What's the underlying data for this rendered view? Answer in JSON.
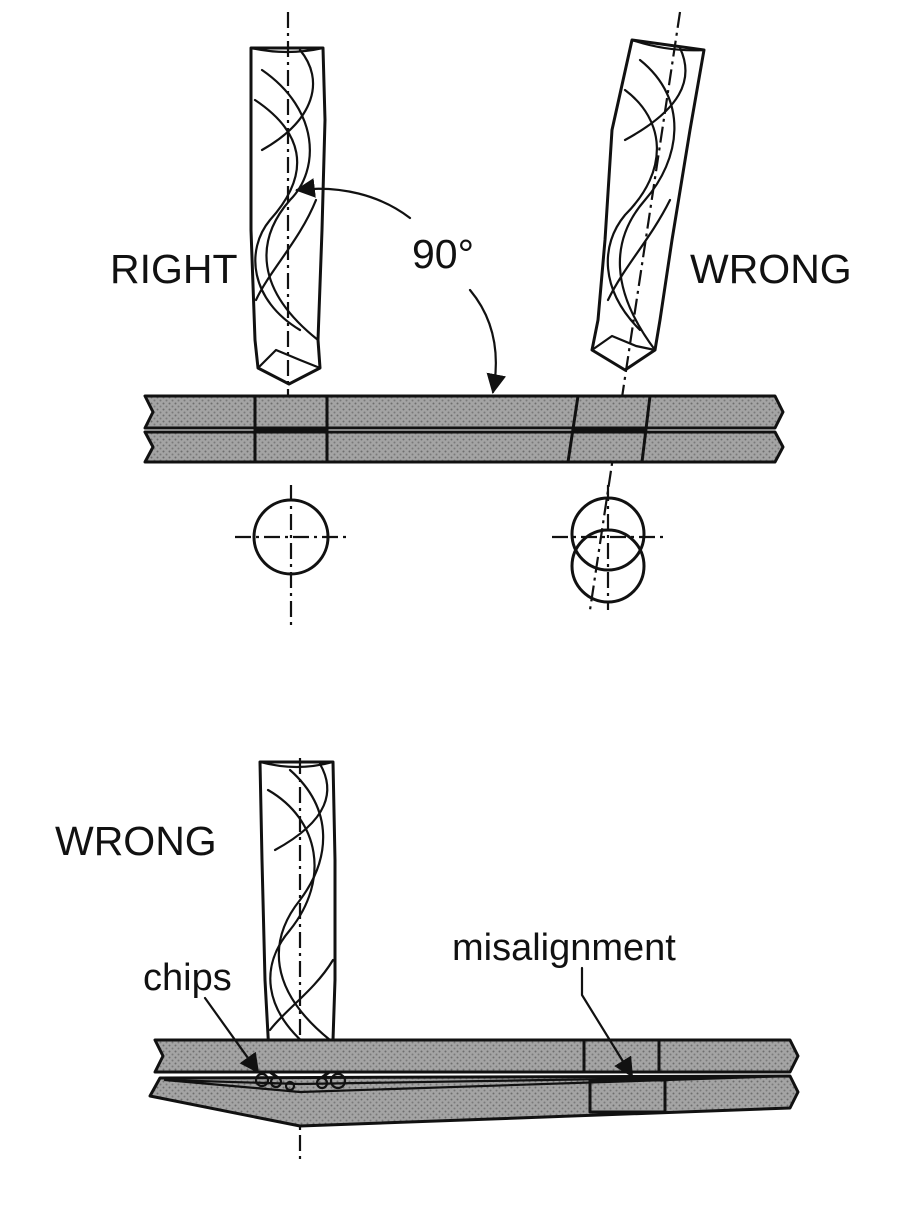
{
  "labels": {
    "right": "RIGHT",
    "angle": "90°",
    "wrong_top": "WRONG",
    "wrong_bottom": "WRONG",
    "chips": "chips",
    "misalignment": "misalignment"
  },
  "colors": {
    "ink": "#111111",
    "plate_fill": "#9a9a9a",
    "hole_fill": "#ffffff",
    "background": "#ffffff"
  }
}
